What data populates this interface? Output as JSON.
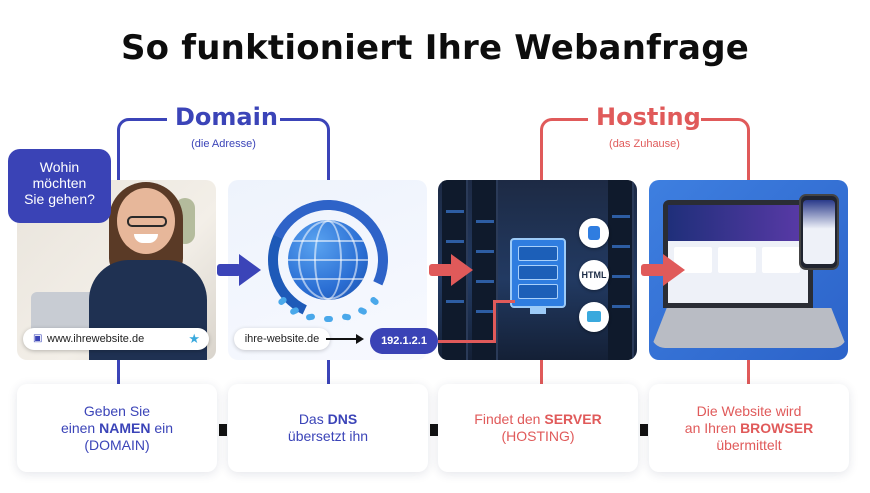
{
  "title": "So funktioniert Ihre Webanfrage",
  "groups": {
    "domain": {
      "label": "Domain",
      "sub": "(die Adresse)",
      "color": "#3b44b8"
    },
    "hosting": {
      "label": "Hosting",
      "sub": "(das Zuhause)",
      "color": "#e05a5a"
    }
  },
  "panels": {
    "user": {
      "bubble": [
        "Wohin",
        "möchten",
        "Sie gehen?"
      ],
      "url": "www.ihrewebsite.de"
    },
    "dns": {
      "domain_input": "ihre-website.de",
      "ip": "192.1.2.1"
    },
    "server": {
      "chip_html": "HTML"
    }
  },
  "cards": [
    {
      "lines": [
        {
          "parts": [
            {
              "t": "Geben Sie",
              "b": false
            }
          ]
        },
        {
          "parts": [
            {
              "t": "einen ",
              "b": false
            },
            {
              "t": "NAMEN",
              "b": true
            },
            {
              "t": " ein",
              "b": false
            }
          ]
        },
        {
          "parts": [
            {
              "t": "(DOMAIN)",
              "b": false
            }
          ]
        }
      ]
    },
    {
      "lines": [
        {
          "parts": [
            {
              "t": "Das ",
              "b": false
            },
            {
              "t": "DNS",
              "b": true
            }
          ]
        },
        {
          "parts": [
            {
              "t": "übersetzt ihn",
              "b": false
            }
          ]
        }
      ]
    },
    {
      "lines": [
        {
          "parts": [
            {
              "t": "Findet den ",
              "b": false
            },
            {
              "t": "SERVER",
              "b": true
            }
          ]
        },
        {
          "parts": [
            {
              "t": "(HOSTING)",
              "b": false
            }
          ]
        }
      ]
    },
    {
      "lines": [
        {
          "parts": [
            {
              "t": "Die Website wird",
              "b": false
            }
          ]
        },
        {
          "parts": [
            {
              "t": "an Ihren ",
              "b": false
            },
            {
              "t": "BROWSER",
              "b": true
            }
          ]
        },
        {
          "parts": [
            {
              "t": "übermittelt",
              "b": false
            }
          ]
        }
      ]
    }
  ]
}
